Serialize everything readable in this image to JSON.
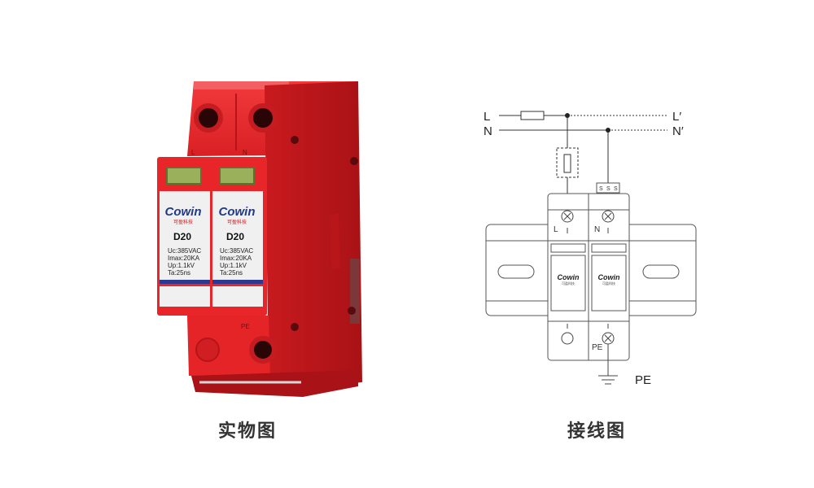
{
  "product": {
    "brand": "Cowin",
    "brand_sub": "可盈科技",
    "model": "D20",
    "specs": [
      "Uc:385VAC",
      "Imax:20KA",
      "Up:1.1kV",
      "Ta:25ns"
    ],
    "terminal_left": "L",
    "terminal_right": "N",
    "terminal_bottom": "PE",
    "body_color": "#e8262a",
    "window_color": "#9bb05a"
  },
  "wiring": {
    "line_in": "L",
    "neutral_in": "N",
    "line_out": "L′",
    "neutral_out": "N′",
    "module_left_label": "L",
    "module_right_label": "N",
    "module_pe_label": "PE",
    "ground_label": "PE",
    "brand": "Cowin",
    "brand_sub": "可盈科技",
    "contact_labels": [
      "S",
      "S",
      "S"
    ]
  },
  "captions": {
    "left": "实物图",
    "right": "接线图"
  }
}
